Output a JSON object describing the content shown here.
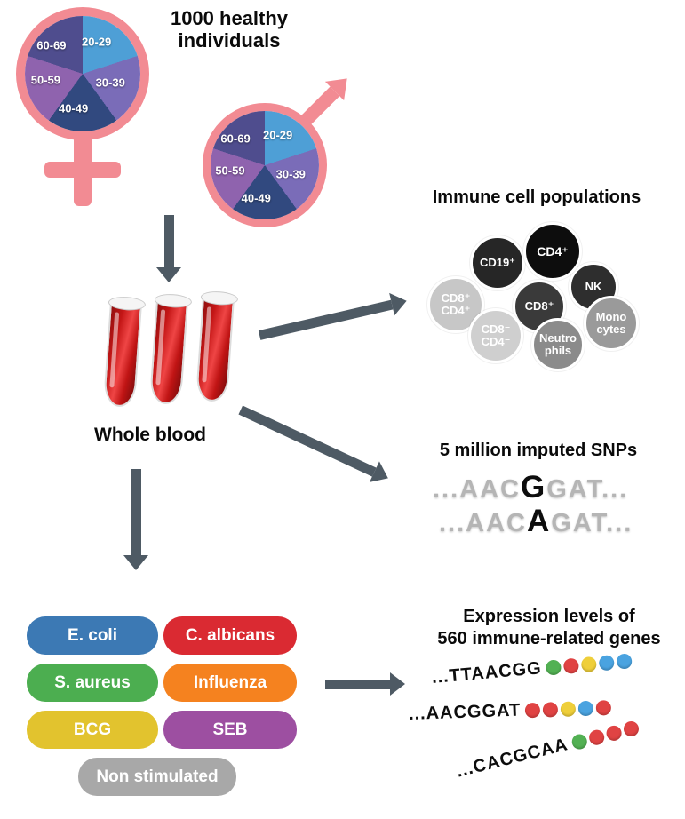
{
  "title_line1": "1000 healthy",
  "title_line2": "individuals",
  "age_pie": {
    "segments": [
      {
        "label": "20-29",
        "color": "#4e9fd6",
        "angle": 72
      },
      {
        "label": "30-39",
        "color": "#7a6cb8",
        "angle": 72
      },
      {
        "label": "40-49",
        "color": "#31497f",
        "angle": 72
      },
      {
        "label": "50-59",
        "color": "#8f63ae",
        "angle": 72
      },
      {
        "label": "60-69",
        "color": "#4f4d8e",
        "angle": 72
      }
    ]
  },
  "whole_blood_label": "Whole blood",
  "immune": {
    "heading": "Immune cell populations",
    "cells": [
      {
        "line1": "CD8⁺",
        "line2": "CD4⁺",
        "color": "#c7c7c7"
      },
      {
        "line1": "CD19⁺",
        "line2": "",
        "color": "#262626"
      },
      {
        "line1": "NK",
        "line2": "",
        "color": "#2e2e2e"
      },
      {
        "line1": "CD4⁺",
        "line2": "",
        "color": "#0d0d0d"
      },
      {
        "line1": "Mono",
        "line2": "cytes",
        "color": "#9a9a9a"
      },
      {
        "line1": "CD8⁺",
        "line2": "",
        "color": "#3a3a3a"
      },
      {
        "line1": "CD8⁻",
        "line2": "CD4⁻",
        "color": "#cfcfcf"
      },
      {
        "line1": "Neutro",
        "line2": "phils",
        "color": "#8b8b8b"
      }
    ]
  },
  "snps": {
    "heading": "5 million imputed SNPs",
    "seq1": {
      "pre": "...AAC",
      "variant": "G",
      "post": "GAT..."
    },
    "seq2": {
      "pre": "...AAC",
      "variant": "A",
      "post": "GAT..."
    }
  },
  "stimuli": [
    {
      "label": "E. coli",
      "color": "#3c79b4"
    },
    {
      "label": "C. albicans",
      "color": "#da2a32"
    },
    {
      "label": "S. aureus",
      "color": "#4cae50"
    },
    {
      "label": "Influenza",
      "color": "#f5821f"
    },
    {
      "label": "BCG",
      "color": "#e2c32e"
    },
    {
      "label": "SEB",
      "color": "#9d4fa1"
    },
    {
      "label": "Non stimulated",
      "color": "#a8a8a8"
    }
  ],
  "expression": {
    "heading_line1": "Expression levels of",
    "heading_line2": "560 immune-related genes",
    "rows": [
      {
        "seq": "...TTAACGG",
        "dots": [
          "#52b153",
          "#e04343",
          "#efcf3a",
          "#4aa3e0",
          "#4aa3e0"
        ]
      },
      {
        "seq": "...AACGGAT",
        "dots": [
          "#e04343",
          "#e04343",
          "#efcf3a",
          "#4aa3e0",
          "#e04343"
        ]
      },
      {
        "seq": "...CACGCAA",
        "dots": [
          "#52b153",
          "#e04343",
          "#e04343",
          "#e04343"
        ]
      }
    ]
  },
  "colors": {
    "gender_pink": "#f28b93",
    "flow_arrow": "#4e5a64",
    "blood_red": "#c41616"
  }
}
